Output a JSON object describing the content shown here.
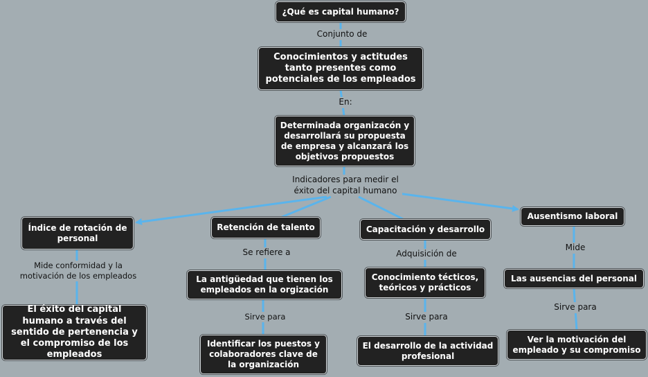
{
  "colors": {
    "background": "#a3adb2",
    "node_fill": "#222222",
    "node_text": "#ffffff",
    "connector": "#5ab4ec"
  },
  "nodes": {
    "root": "¿Qué es capital humano?",
    "conocimientos": "Conocimientos y actitudes tanto presentes como potenciales de los empleados",
    "organizacion": "Determinada organizacón y desarrollará su propuesta de empresa y alcanzará los objetivos propuestos",
    "indice": "Índice de rotación de personal",
    "retencion": "Retención de talento",
    "capacitacion": "Capacitación y desarrollo",
    "ausentismo": "Ausentismo laboral",
    "exito": "El éxito del capital humano a través del sentido de pertenencia y el compromiso de los empleados",
    "antiguedad": "La antigüedad que tienen los empleados en la orgización",
    "identificar": "Identificar los puestos y colaboradores clave de la organización",
    "conocimiento_tecnico": "Conocimiento técticos, teóricos y prácticos",
    "desarrollo_actividad": "El desarrollo de la actividad profesional",
    "ausencias": "Las ausencias del personal",
    "motivacion": "Ver la motivación del empleado y su compromiso"
  },
  "labels": {
    "conjunto_de": "Conjunto de",
    "en": "En:",
    "indicadores": "Indicadores para medir el éxito del capital humano",
    "mide_conformidad": "Mide conformidad y la motivación de los empleados",
    "se_refiere_a": "Se refiere a",
    "sirve_para_retencion": "Sirve para",
    "adquisicion_de": "Adquisición de",
    "sirve_para_capacitacion": "Sirve para",
    "mide": "Mide",
    "sirve_para_ausentismo": "Sirve para"
  }
}
